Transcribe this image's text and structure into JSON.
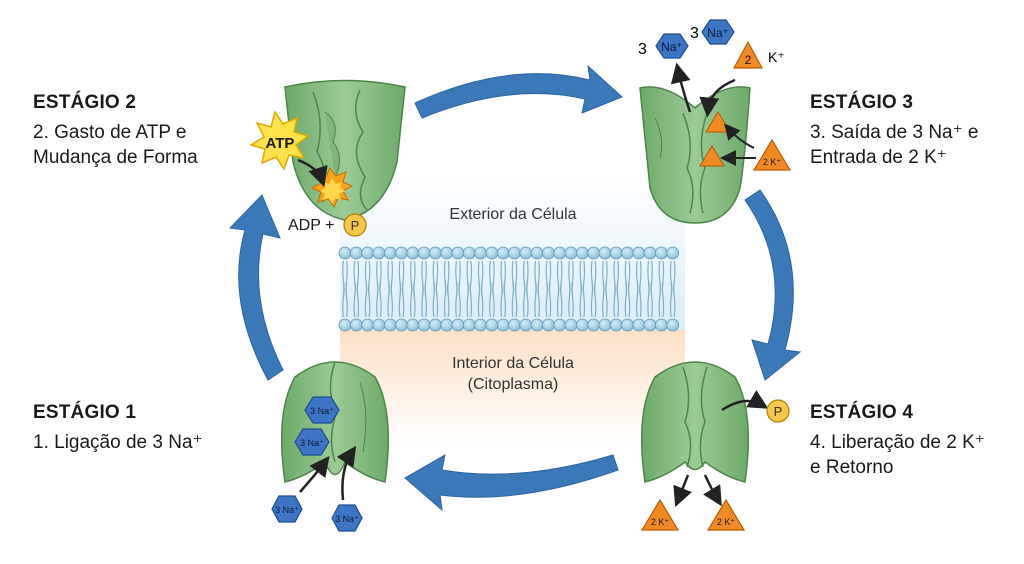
{
  "stages": {
    "s1": {
      "title": "ESTÁGIO 1",
      "line1": "1. Ligação de 3 Na⁺",
      "line2": ""
    },
    "s2": {
      "title": "ESTÁGIO 2",
      "line1": "2. Gasto de ATP e",
      "line2": "Mudança de Forma"
    },
    "s3": {
      "title": "ESTÁGIO 3",
      "line1": "3. Saída de 3 Na⁺ e",
      "line2": "Entrada de 2 K⁺"
    },
    "s4": {
      "title": "ESTÁGIO 4",
      "line1": "4. Liberação de 2 K⁺",
      "line2": "e Retorno"
    }
  },
  "labels": {
    "exterior": "Exterior da Célula",
    "interior_line1": "Interior da Célula",
    "interior_line2": "(Citoplasma)",
    "atp": "ATP",
    "adp": "ADP +",
    "phosphate": "P",
    "na_ion": "Na⁺",
    "three": "3",
    "three_na": "3 Na⁺",
    "k_ion": "K⁺",
    "two": "2",
    "two_k": "2 K⁺"
  },
  "colors": {
    "protein_fill": "#8fc08a",
    "protein_dark": "#5f9a5c",
    "arrow_blue": "#3b78b8",
    "na_blue": "#3d74c4",
    "k_orange": "#f08a24",
    "phosphate_yellow": "#f5c74a",
    "atp_yellow": "#ffe14a",
    "lipid_head": "#a9d3e6",
    "exterior_bg": "#dceef8",
    "interior_bg": "#fbe3cc"
  }
}
